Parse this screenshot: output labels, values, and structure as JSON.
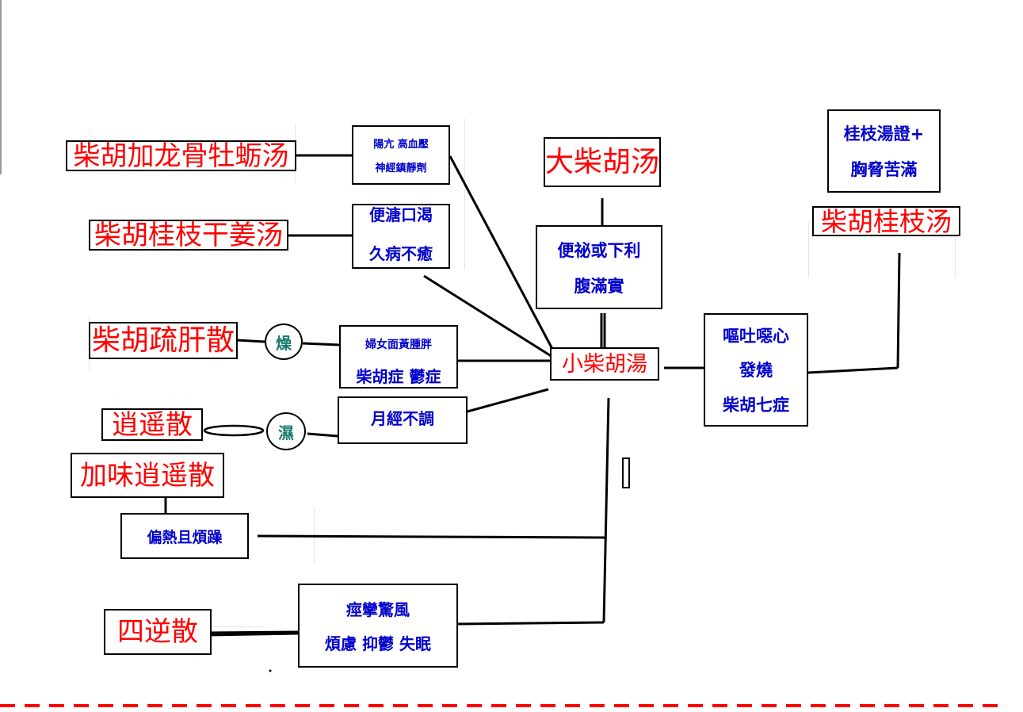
{
  "formulas": {
    "longgu_muli": "柴胡加龙骨牡蛎汤",
    "guizhi_ganjiang": "柴胡桂枝干姜汤",
    "shugan": "柴胡疏肝散",
    "xiaoyao": "逍遥散",
    "jiawei_xiaoyao": "加味逍遥散",
    "sini": "四逆散",
    "dachaihu": "大柴胡汤",
    "xiaochaihu": "小柴胡湯",
    "chaihu_guizhi": "柴胡桂枝汤"
  },
  "notes": {
    "yang_kang": [
      "陽亢  高血壓",
      "神經鎮靜劑"
    ],
    "bian_tang": [
      "便溏口渴",
      "久病不癒"
    ],
    "funu": [
      "婦女面黃腫胖",
      "柴胡症 鬱症"
    ],
    "yuejing": [
      "月經不調"
    ],
    "pianre": [
      "偏熱且煩躁"
    ],
    "jingluan": [
      "痙攣驚風",
      "煩慮 抑鬱 失眠"
    ],
    "bianmi": [
      "便祕或下利",
      "腹滿實"
    ],
    "outu": [
      "嘔吐噁心",
      "發燒",
      "柴胡七症"
    ],
    "guizhi_zheng": [
      "桂枝湯證+",
      "胸脅苦滿"
    ]
  },
  "badges": {
    "zao": "燥",
    "shi": "濕"
  },
  "colors": {
    "formula": "#ff0000",
    "note": "#0000cc",
    "badge": "#1a7a6e",
    "divider": "#ff0000"
  }
}
